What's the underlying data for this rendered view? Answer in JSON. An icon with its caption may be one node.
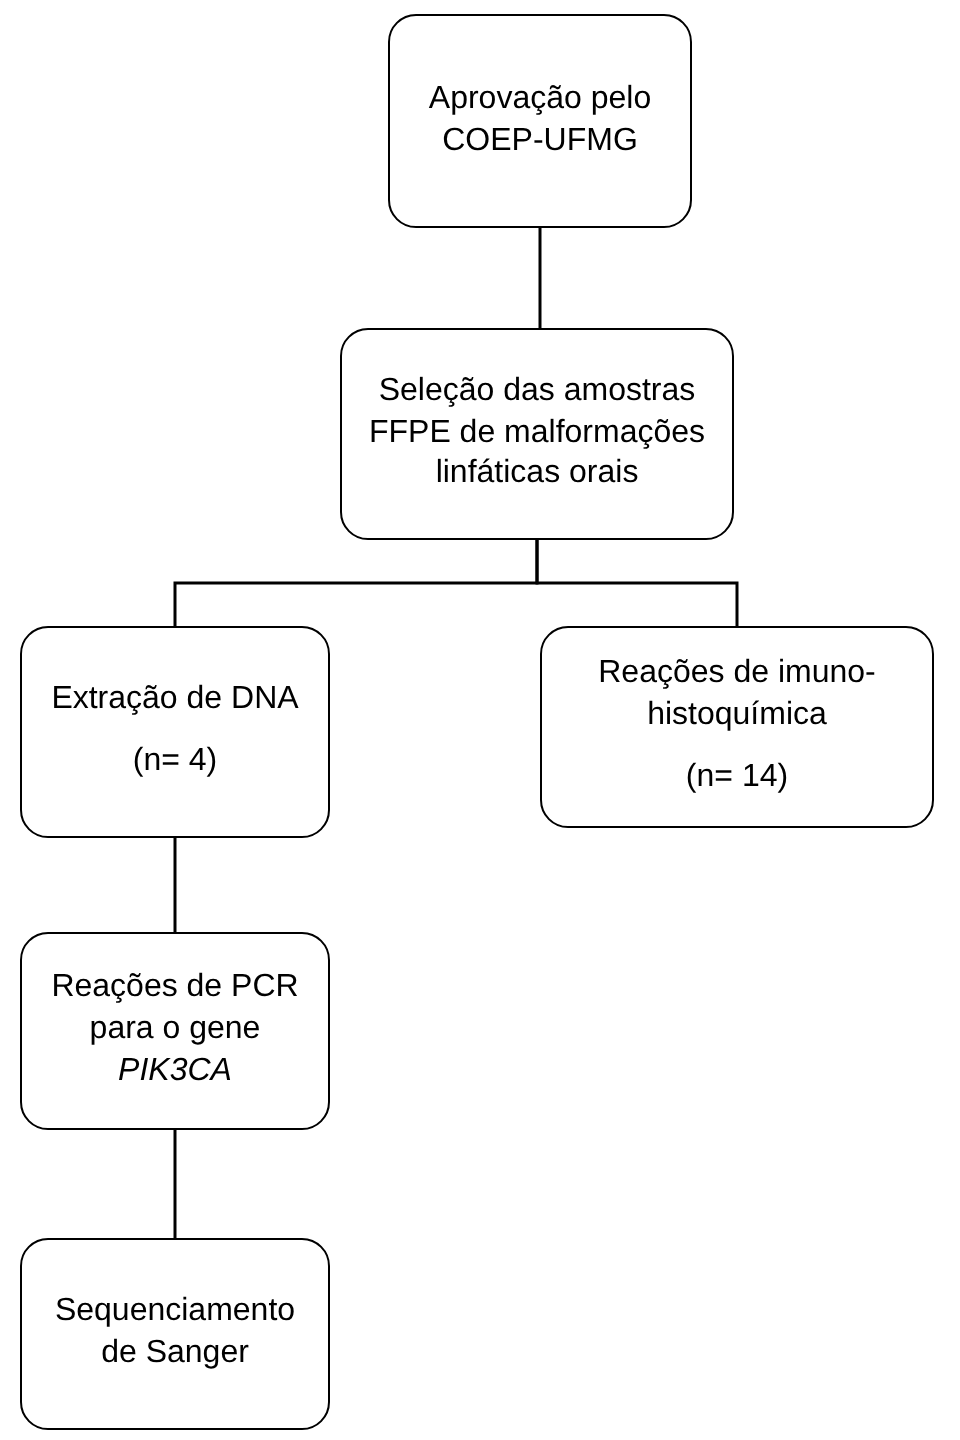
{
  "diagram": {
    "nodes": [
      {
        "text": [
          "Aprovação pelo COEP-UFMG"
        ]
      },
      {
        "text": [
          "Seleção das amostras FFPE de malformações linfáticas orais"
        ]
      },
      {
        "text": [
          "Extração de DNA",
          "(n= 4)"
        ]
      },
      {
        "text": [
          "Reações de imuno-histoquímica",
          "(n= 14)"
        ]
      },
      {
        "text": [
          "Reações de PCR para o gene *PIK3CA*"
        ]
      },
      {
        "text": [
          "Sequenciamento de Sanger"
        ]
      }
    ],
    "edges": [
      {
        "from": 0,
        "to": 1,
        "arrow": "none"
      },
      {
        "from": 1,
        "to": 2,
        "arrow": "none"
      },
      {
        "from": 1,
        "to": 3,
        "arrow": "none"
      },
      {
        "from": 2,
        "to": 4,
        "arrow": "none"
      },
      {
        "from": 4,
        "to": 5,
        "arrow": "none"
      }
    ]
  }
}
